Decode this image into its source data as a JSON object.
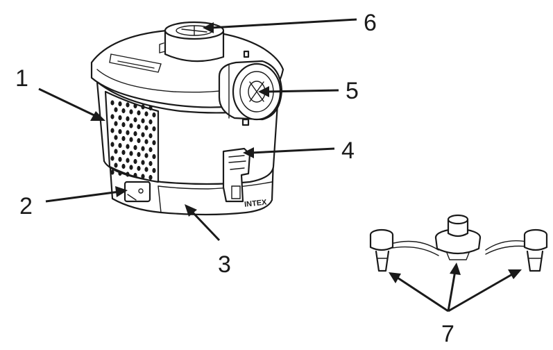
{
  "callouts": [
    {
      "id": "1",
      "label": "1"
    },
    {
      "id": "2",
      "label": "2"
    },
    {
      "id": "3",
      "label": "3"
    },
    {
      "id": "4",
      "label": "4"
    },
    {
      "id": "5",
      "label": "5"
    },
    {
      "id": "6",
      "label": "6"
    },
    {
      "id": "7",
      "label": "7"
    }
  ],
  "brand_mark": "INTEX",
  "colors": {
    "ink": "#1a1a1a",
    "paper": "#ffffff"
  }
}
